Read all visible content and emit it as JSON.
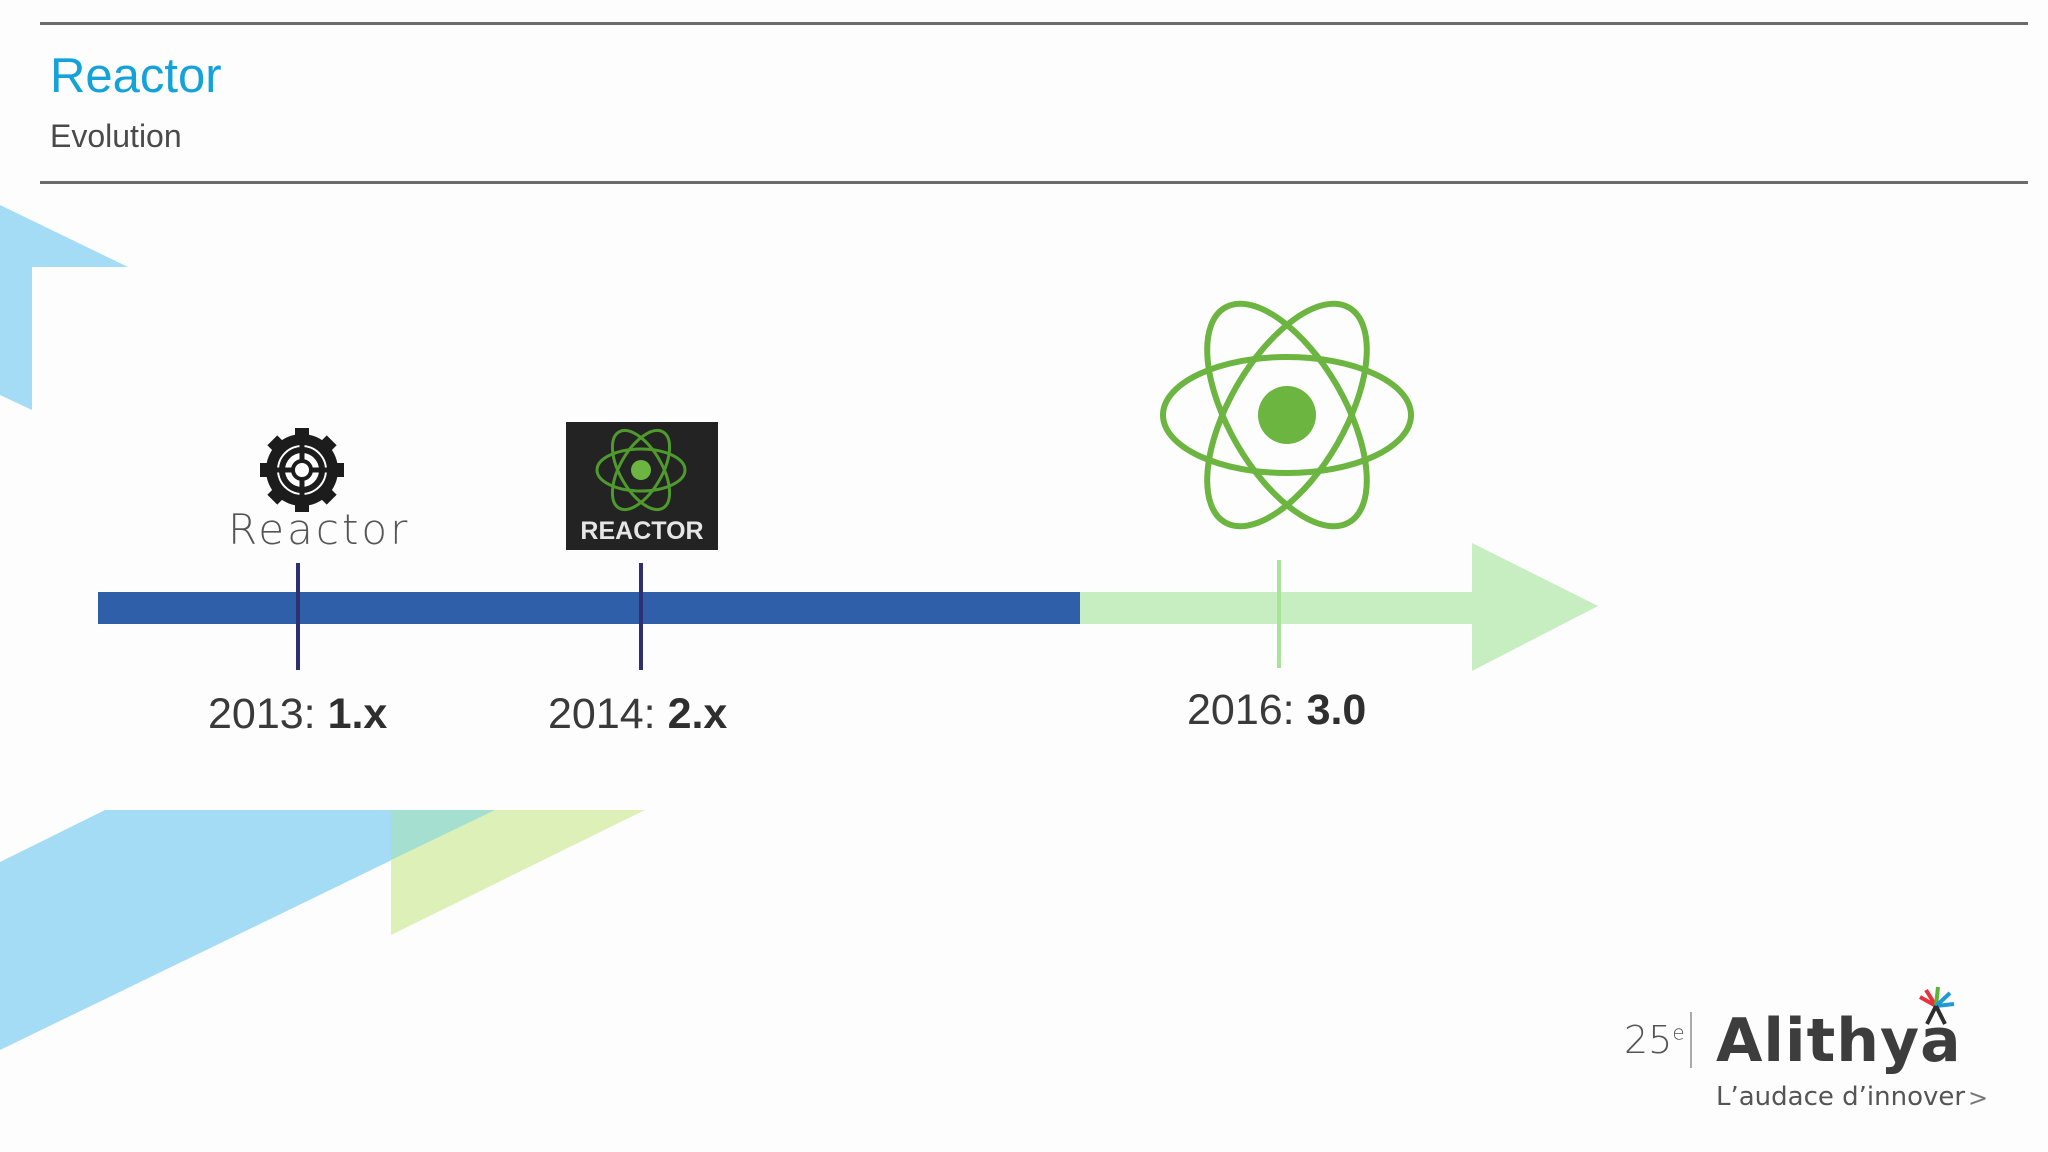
{
  "slide": {
    "title": "Reactor",
    "subtitle": "Evolution"
  },
  "timeline": {
    "milestones": [
      {
        "year": "2013:",
        "version": "1.x",
        "logo_text": "Reactor",
        "logo_icon": "gear-ring-icon"
      },
      {
        "year": "2014:",
        "version": "2.x",
        "logo_text": "REACTOR",
        "logo_icon": "atom-icon"
      },
      {
        "year": "2016:",
        "version": "3.0",
        "logo_icon": "atom-icon"
      }
    ],
    "colors": {
      "past": "#2f5fa8",
      "future": "#c6eec0",
      "atom": "#6bb540",
      "tick_past": "#2e2f6e",
      "tick_future": "#a9e39b"
    }
  },
  "brand": {
    "anniversary_number": "25",
    "anniversary_suffix": "e",
    "name": "Alithya",
    "tagline": "L’audace d’innover",
    "next_label": ">",
    "star_colors": [
      "#e8323c",
      "#5cb531",
      "#1e9bd7",
      "#2d2d2d"
    ]
  },
  "decor": {
    "blue": "#a5dcf5",
    "green": "#dbefb3"
  }
}
